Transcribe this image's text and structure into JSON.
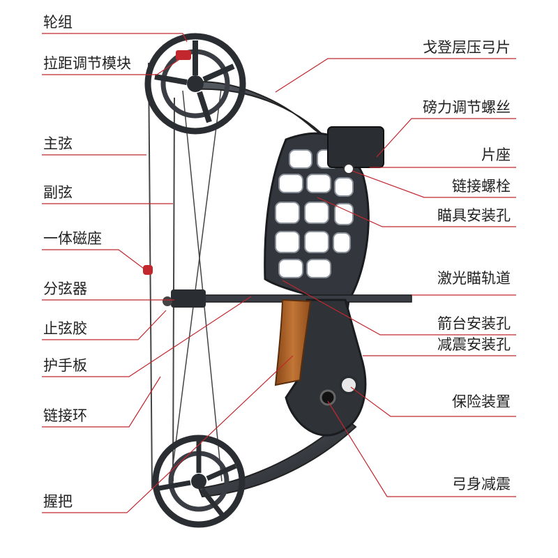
{
  "labels_left": [
    "轮组",
    "拉距调节模块",
    "主弦",
    "副弦",
    "一体磁座",
    "分弦器",
    "止弦胶",
    "护手板",
    "链接环",
    "握把"
  ],
  "labels_right": [
    "戈登层压弓片",
    "磅力调节螺丝",
    "片座",
    "链接螺栓",
    "瞄具安装孔",
    "激光瞄轨道",
    "箭台安装孔",
    "减震安装孔",
    "保险装置",
    "弓身减震"
  ],
  "colors": {
    "leader": "#c1272d",
    "text": "#222222",
    "metal": "#2a2d31",
    "metal_light": "#6b7078",
    "wood": "#b5652c"
  }
}
